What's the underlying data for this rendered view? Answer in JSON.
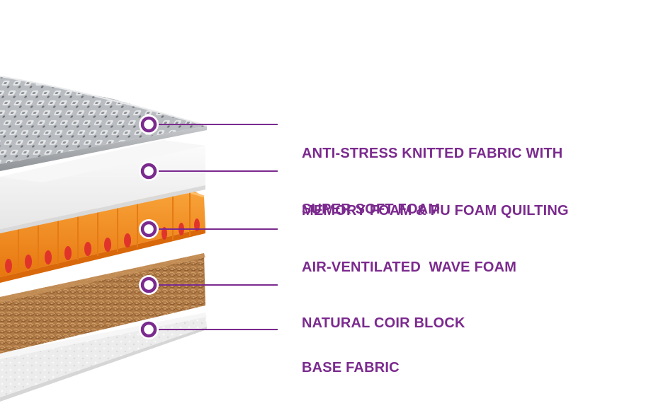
{
  "colors": {
    "accent": "#7b2a8e",
    "background": "#ffffff"
  },
  "layers": [
    {
      "id": "fabric",
      "lines": [
        "ANTI-STRESS KNITTED FABRIC WITH",
        "MEMORY FOAM & PU FOAM QUILTING"
      ],
      "material_color": "#a9acb0"
    },
    {
      "id": "soft-foam",
      "lines": [
        "SUPER SOFT FOAM"
      ],
      "material_color": "#f3f3f3"
    },
    {
      "id": "wave-foam",
      "lines": [
        "AIR-VENTILATED  WAVE FOAM"
      ],
      "material_color": "#f08a1c"
    },
    {
      "id": "coir",
      "lines": [
        "NATURAL COIR BLOCK"
      ],
      "material_color": "#b27a47"
    },
    {
      "id": "base-fabric",
      "lines": [
        "BASE FABRIC"
      ],
      "material_color": "#eeeeee"
    }
  ]
}
